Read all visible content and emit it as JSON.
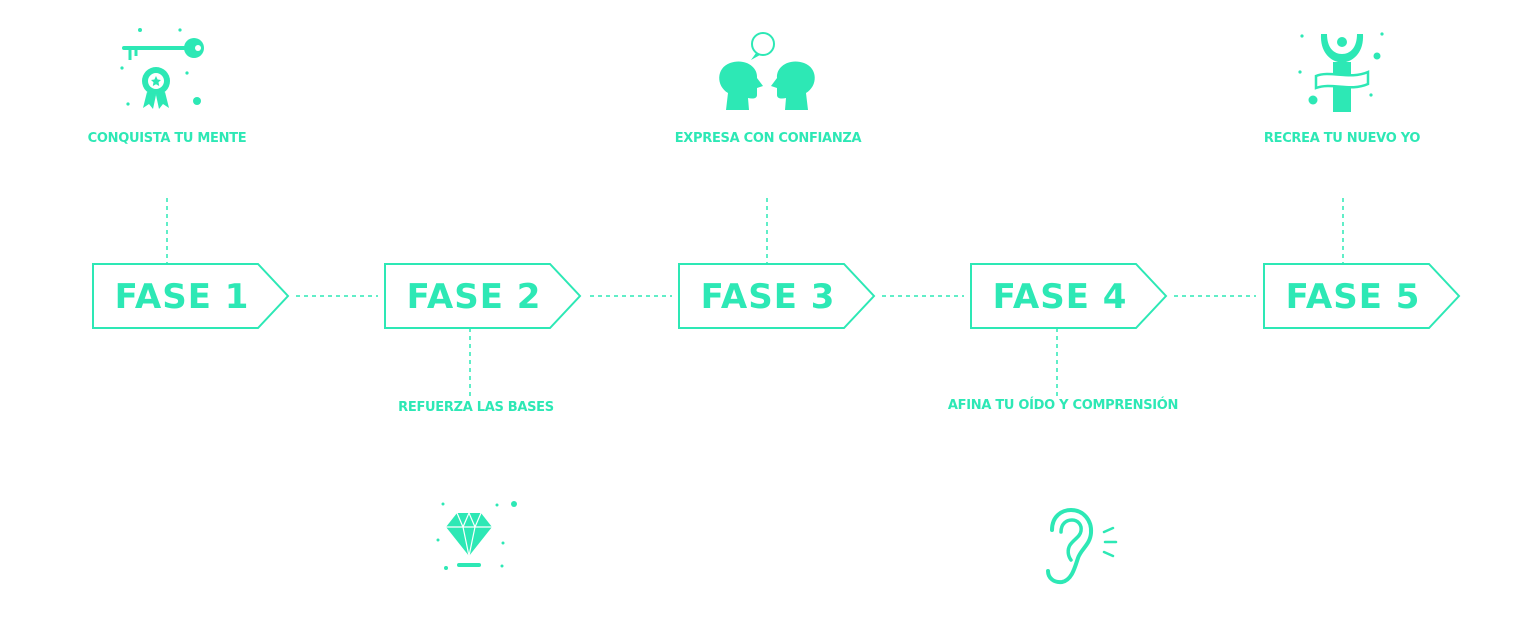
{
  "colors": {
    "accent": "#2de8b5",
    "background": "#ffffff"
  },
  "phases": [
    {
      "label": "FASE 1",
      "caption": "CONQUISTA TU MENTE",
      "caption_side": "top",
      "icon": "key-medal-icon"
    },
    {
      "label": "FASE 2",
      "caption": "REFUERZA LAS BASES",
      "caption_side": "bottom",
      "icon": "diamond-icon"
    },
    {
      "label": "FASE 3",
      "caption": "EXPRESA CON CONFIANZA",
      "caption_side": "top",
      "icon": "two-heads-talking-icon"
    },
    {
      "label": "FASE 4",
      "caption": "AFINA TU OÍDO Y COMPRENSIÓN",
      "caption_side": "bottom",
      "icon": "ear-icon"
    },
    {
      "label": "FASE 5",
      "caption": "RECREA TU NUEVO YO",
      "caption_side": "top",
      "icon": "person-breaking-ribbon-icon"
    }
  ]
}
